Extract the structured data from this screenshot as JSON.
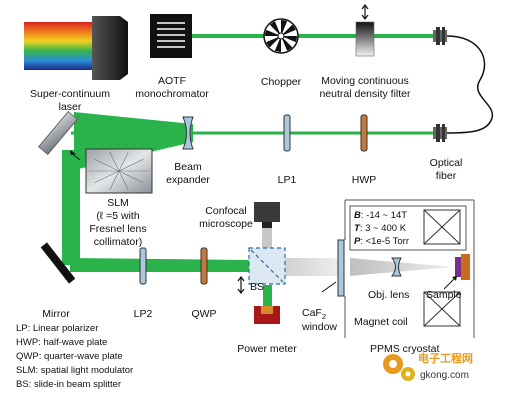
{
  "labels": {
    "laser": [
      "Super-continuum",
      "laser"
    ],
    "aotf": [
      "AOTF",
      "monochromator"
    ],
    "chopper": "Chopper",
    "nd_filter": [
      "Moving continuous",
      "neutral density filter"
    ],
    "beam_expander": [
      "Beam",
      "expander"
    ],
    "lp1": "LP1",
    "hwp": "HWP",
    "optical_fiber": [
      "Optical",
      "fiber"
    ],
    "slm": [
      "SLM",
      "(ℓ =5 with",
      "Fresnel lens",
      "collimator)"
    ],
    "confocal": [
      "Confocal",
      "microscope"
    ],
    "mirror": "Mirror",
    "lp2": "LP2",
    "qwp": "QWP",
    "bs": "BS",
    "caf2": [
      "CaF",
      "2",
      "window"
    ],
    "obj_lens": "Obj. lens",
    "sample": "Sample",
    "magnet_coil": "Magnet coil",
    "power_meter": "Power meter",
    "ppms": "PPMS cryostat"
  },
  "ppms_box": {
    "field": {
      "key": "B",
      "value": ": -14 ~ 14T"
    },
    "temp": {
      "key": "T",
      "value": ": 3 ~ 400 K"
    },
    "pressure": {
      "key": "P",
      "value": ": <1e-5 Torr"
    }
  },
  "legend": [
    "LP: Linear polarizer",
    "HWP: half-wave plate",
    "QWP: quarter-wave plate",
    "SLM: spatial light modulator",
    "BS: slide-in beam splitter"
  ],
  "watermark": {
    "title": "电子工程网",
    "url": "gkong.com"
  },
  "colors": {
    "beam": "#2ab34a",
    "optic": "#a9c8dd",
    "rod": "#c47a3a",
    "sample": "#7a2e8c"
  }
}
